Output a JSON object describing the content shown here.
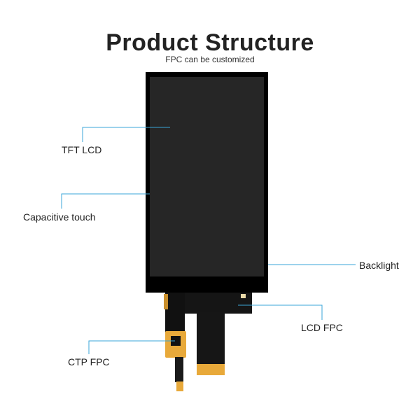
{
  "header": {
    "title": "Product Structure",
    "subtitle": "FPC can be customized"
  },
  "labels": {
    "tft_lcd": "TFT LCD",
    "capacitive_touch": "Capacitive touch",
    "backlight": "Backlight",
    "lcd_fpc": "LCD FPC",
    "ctp_fpc": "CTP FPC"
  },
  "colors": {
    "leader_line": "#3aa6d8",
    "fpc": "#e8a93a",
    "panel": "#000000",
    "screen": "#262626"
  }
}
